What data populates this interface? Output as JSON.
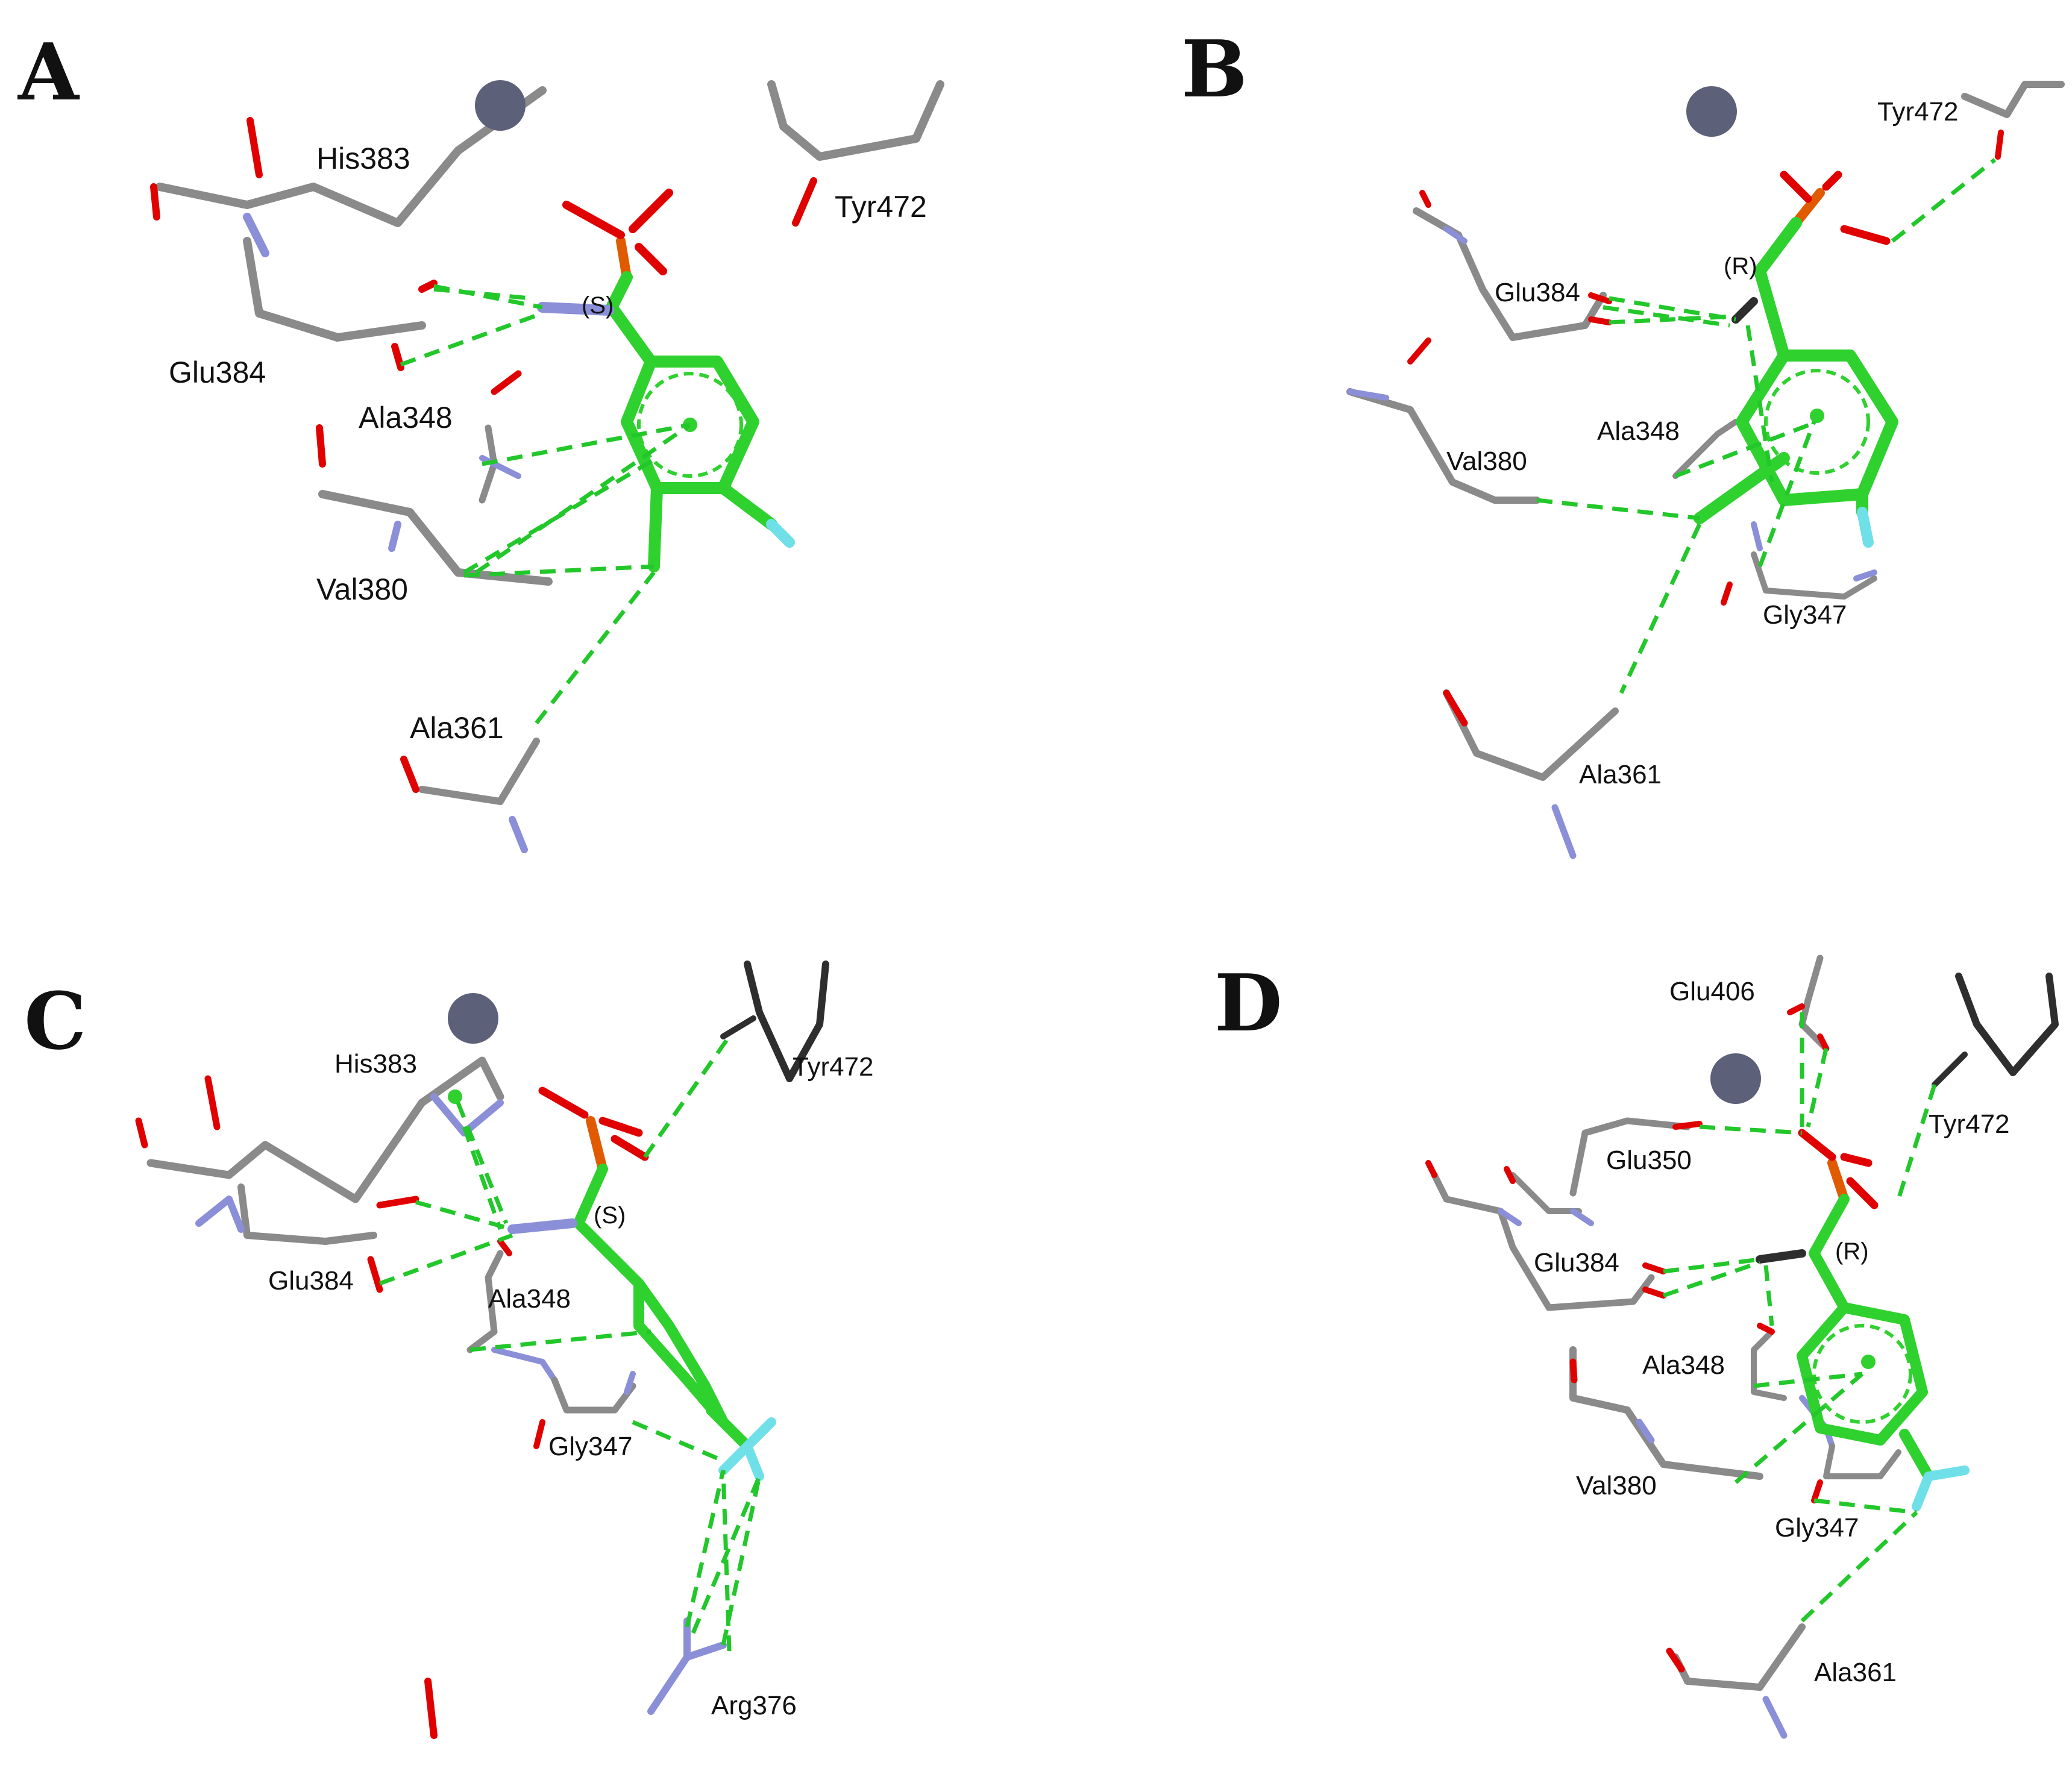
{
  "colors": {
    "ligand_carbon": "#2fd12f",
    "interaction": "#22c72a",
    "protein_carbon": "#8a8a8a",
    "protein_carbon_dark": "#2e2e2e",
    "oxygen": "#e00000",
    "nitrogen": "#8a8fd8",
    "phosphorus": "#f08c00",
    "fluorine": "#6fe0e8",
    "metal_ion": "#5c6078"
  },
  "panels": [
    {
      "letter": "A",
      "stereo": "(S)",
      "residues": [
        "His383",
        "Tyr472",
        "Glu384",
        "Ala348",
        "Val380",
        "Ala361"
      ]
    },
    {
      "letter": "B",
      "stereo": "(R)",
      "residues": [
        "Tyr472",
        "Glu384",
        "Ala348",
        "Val380",
        "Gly347",
        "Ala361"
      ]
    },
    {
      "letter": "C",
      "stereo": "(S)",
      "residues": [
        "His383",
        "Tyr472",
        "Glu384",
        "Ala348",
        "Gly347",
        "Arg376"
      ]
    },
    {
      "letter": "D",
      "stereo": "(R)",
      "residues": [
        "Glu406",
        "Tyr472",
        "Glu350",
        "Glu384",
        "Ala348",
        "Val380",
        "Gly347",
        "Ala361"
      ]
    }
  ]
}
